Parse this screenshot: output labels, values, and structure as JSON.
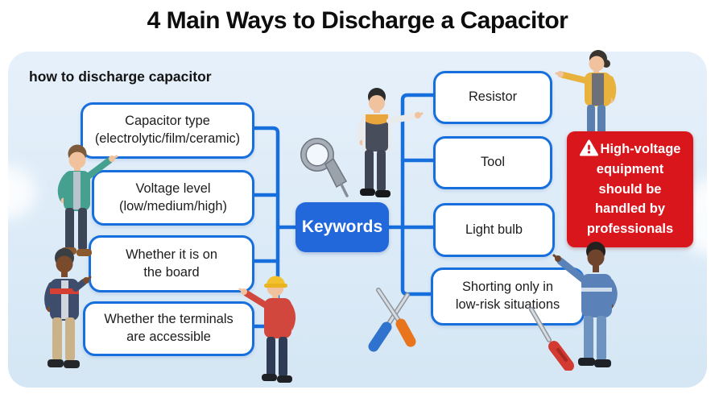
{
  "title": "4 Main Ways to Discharge a Capacitor",
  "panel": {
    "label": "how to discharge capacitor"
  },
  "keywords": {
    "label": "Keywords"
  },
  "left_boxes": [
    {
      "text": "Capacitor type\n(electrolytic/film/ceramic)"
    },
    {
      "text": "Voltage level\n(low/medium/high)"
    },
    {
      "text": "Whether it is on\nthe board"
    },
    {
      "text": "Whether the terminals\nare accessible"
    }
  ],
  "right_boxes": [
    {
      "text": "Resistor"
    },
    {
      "text": "Tool"
    },
    {
      "text": "Light bulb"
    },
    {
      "text": "Shorting only in\nlow-risk situations"
    }
  ],
  "warning": {
    "text": "High-voltage equipment should be handled by professionals"
  },
  "colors": {
    "accent_blue": "#176fdd",
    "keywords_blue": "#2268db",
    "warning_red": "#da161d",
    "panel_bg": "#dcebf7"
  },
  "icons": {
    "warning": "warning-triangle-icon",
    "tool_above_keywords": "loupe-discharge-tool-icon",
    "crossed_screwdrivers": "crossed-screwdrivers-icon",
    "red_screwdriver": "red-screwdriver-icon"
  },
  "illustrations": [
    "man-teal-jacket-pointing-right",
    "man-navy-jacket-pointing-right",
    "worker-yellow-hardhat-pointing-left",
    "man-yellow-shoulder-vest-pointing-right",
    "woman-yellow-jacket-pointing-left",
    "man-blue-uniform-pointing-left"
  ]
}
